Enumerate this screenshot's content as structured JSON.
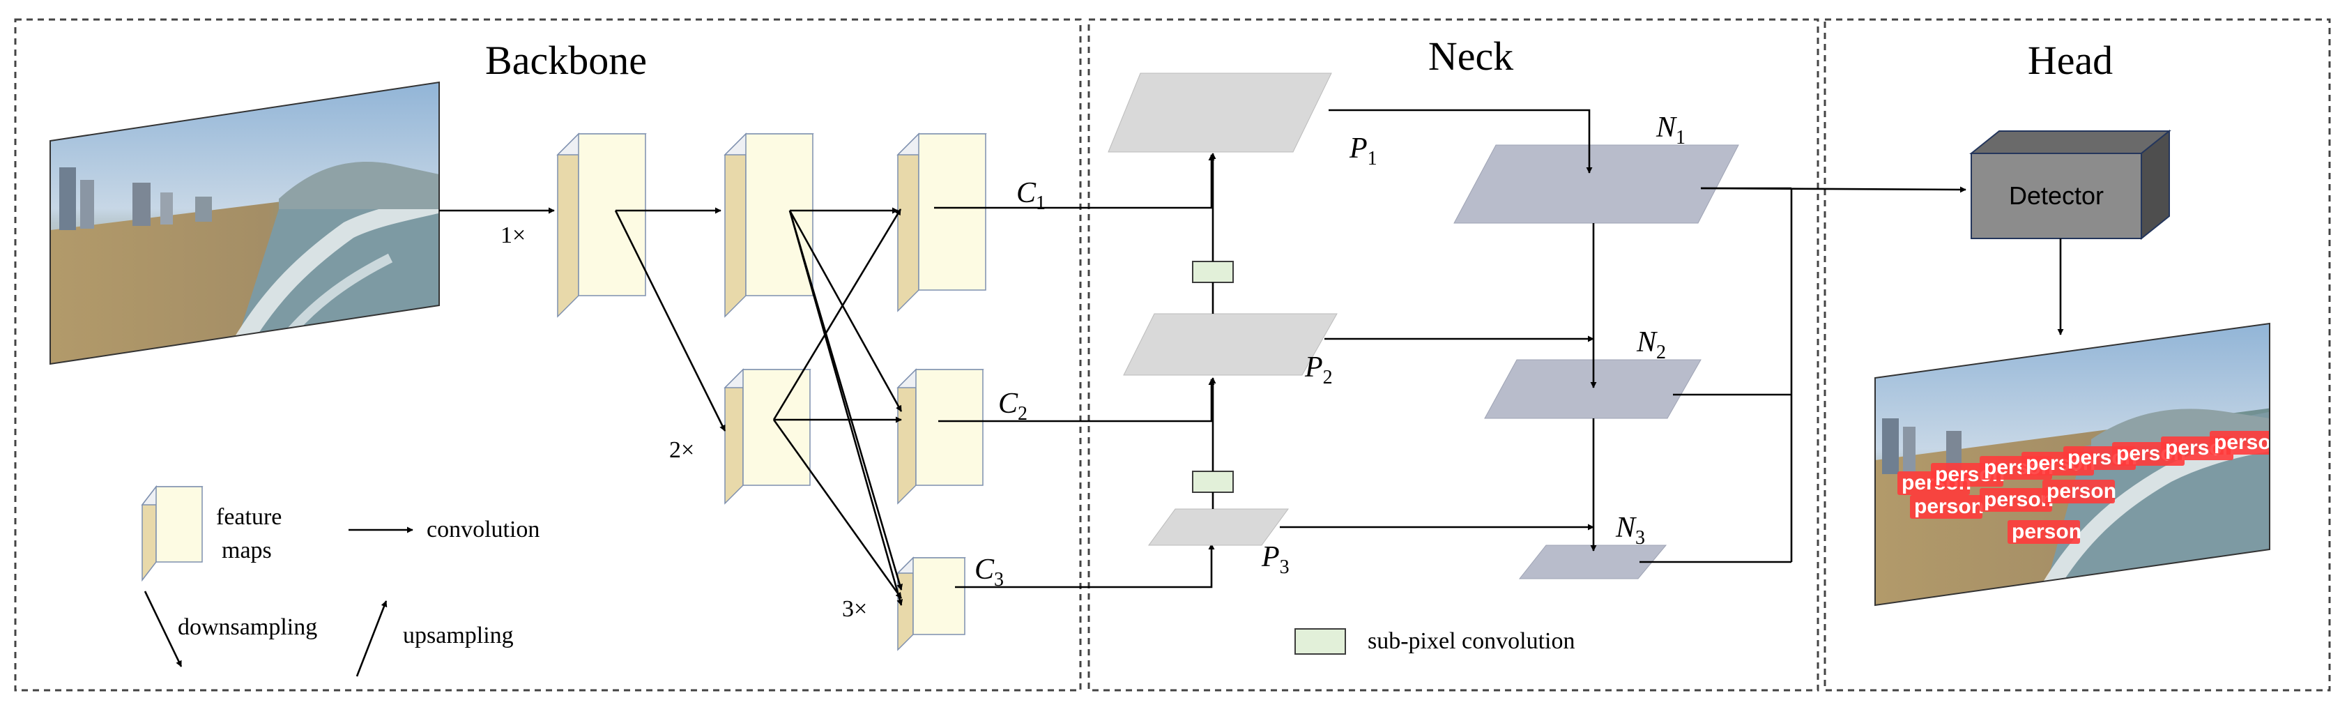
{
  "sections": {
    "backbone_title": "Backbone",
    "neck_title": "Neck",
    "head_title": "Head"
  },
  "backbone": {
    "scale_1x": "1×",
    "scale_2x": "2×",
    "scale_3x": "3×",
    "c1": {
      "letter": "C",
      "sub": "1"
    },
    "c2": {
      "letter": "C",
      "sub": "2"
    },
    "c3": {
      "letter": "C",
      "sub": "3"
    }
  },
  "neck": {
    "p1": {
      "letter": "P",
      "sub": "1"
    },
    "p2": {
      "letter": "P",
      "sub": "2"
    },
    "p3": {
      "letter": "P",
      "sub": "3"
    },
    "n1": {
      "letter": "N",
      "sub": "1"
    },
    "n2": {
      "letter": "N",
      "sub": "2"
    },
    "n3": {
      "letter": "N",
      "sub": "3"
    }
  },
  "head": {
    "detector_label": "Detector",
    "detections": [
      "person",
      "person",
      "person",
      "person",
      "person",
      "person",
      "person",
      "person",
      "person",
      "person",
      "person",
      "person"
    ]
  },
  "legend": {
    "feature_maps_line1": "feature",
    "feature_maps_line2": "maps",
    "convolution": "convolution",
    "downsampling": "downsampling",
    "upsampling": "upsampling",
    "sub_pixel_convolution": "sub-pixel convolution"
  },
  "colors": {
    "feature_map_face": "#fdfbe3",
    "feature_map_side": "#e8d9aa",
    "neck_p_fill": "#d9d9d9",
    "neck_n_fill": "#b8bccb",
    "subpixel_fill": "#e2f0d9",
    "detector_front": "#8c8c8c",
    "detector_top": "#5f5f5f",
    "detection_box": "#ff3b3b"
  }
}
